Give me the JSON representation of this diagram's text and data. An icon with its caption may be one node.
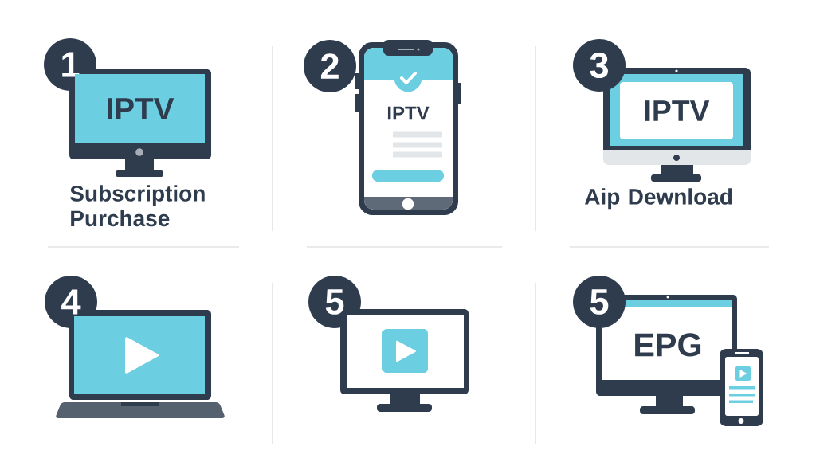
{
  "diagram": {
    "nodes": [
      {
        "text": [
          "1"
        ]
      },
      {
        "text": [
          "IPTV"
        ],
        "beside": [
          "Subscription Purchase"
        ]
      },
      {
        "text": [
          "2"
        ]
      },
      {
        "text": [
          "IPTV"
        ]
      },
      {
        "text": [
          "3"
        ]
      },
      {
        "text": [
          "IPTV"
        ],
        "beside": [
          "Aip Dewnload"
        ]
      },
      {
        "text": [
          "4"
        ]
      },
      {
        "text": [],
        "shape": "box"
      },
      {
        "text": [
          "5"
        ]
      },
      {
        "text": [],
        "shape": "box"
      },
      {
        "text": [
          "5"
        ]
      },
      {
        "text": [
          "EPG"
        ]
      }
    ]
  }
}
